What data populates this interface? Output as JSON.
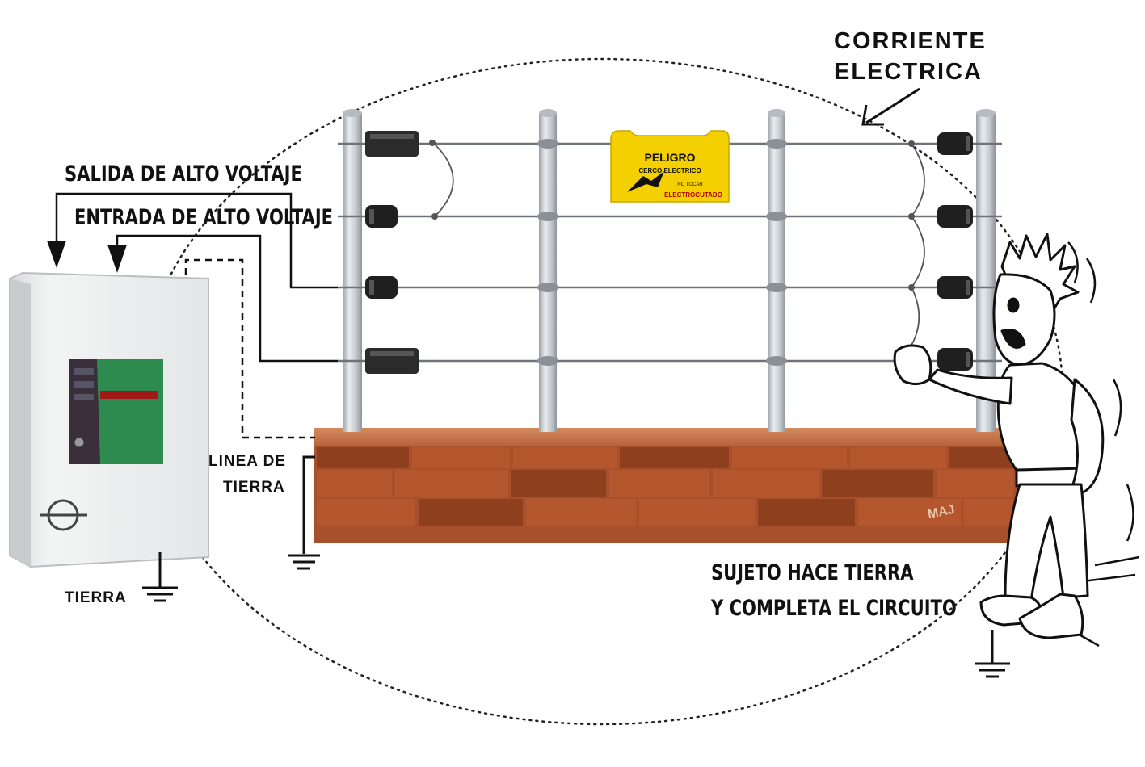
{
  "labels": {
    "corriente": [
      "CORRIENTE",
      "ELECTRICA"
    ],
    "salida": "SALIDA DE ALTO VOLTAJE",
    "entrada": "ENTRADA DE ALTO VOLTAJE",
    "linea_tierra": [
      "LINEA DE",
      "TIERRA"
    ],
    "tierra": "TIERRA",
    "sujeto": [
      "SUJETO HACE TIERRA",
      "Y COMPLETA EL CIRCUITO"
    ]
  },
  "sign": {
    "title": "PELIGRO",
    "line1": "CERCO ELECTRICO",
    "line2": "NO TOCAR",
    "brand": "ELECTROCUTADO"
  },
  "wall_mark": "MAJ",
  "colors": {
    "brick": "#b4562e",
    "brick_dark": "#8e3f1e",
    "wall_cap": "#c97a4e",
    "post": "#c9ced3",
    "sign_yellow": "#f5d000",
    "panel_green": "#2e8b4f"
  }
}
